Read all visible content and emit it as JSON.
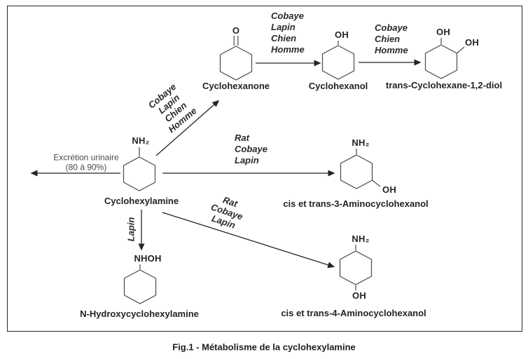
{
  "caption": "Fig.1 - Métabolisme de la cyclohexylamine",
  "excretion": {
    "line1": "Excrétion urinaire",
    "line2": "(80 à 90%)"
  },
  "molecules": {
    "cyclohexanone": {
      "label": "Cyclohexanone",
      "top_group": "O"
    },
    "cyclohexanol": {
      "label": "Cyclohexanol",
      "top_group": "OH"
    },
    "trans_diol": {
      "label": "trans-Cyclohexane-1,2-diol",
      "top_group": "OH",
      "side_group": "OH"
    },
    "cyclohexylamine": {
      "label": "Cyclohexylamine",
      "top_group": "NH₂"
    },
    "amino3": {
      "label": "cis et trans-3-Aminocyclohexanol",
      "top_group": "NH₂",
      "side_group": "OH"
    },
    "nhydroxy": {
      "label": "N-Hydroxycyclohexylamine",
      "top_group": "NHOH"
    },
    "amino4": {
      "label": "cis et trans-4-Aminocyclohexanol",
      "top_group": "NH₂",
      "bottom_group": "OH"
    }
  },
  "routes": {
    "amine_to_ketone": {
      "species": [
        "Cobaye",
        "Lapin",
        "Chien",
        "Homme"
      ]
    },
    "ketone_to_ol": {
      "species": [
        "Cobaye",
        "Lapin",
        "Chien",
        "Homme"
      ]
    },
    "ol_to_diol": {
      "species": [
        "Cobaye",
        "Chien",
        "Homme"
      ]
    },
    "amine_to_3ol": {
      "species": [
        "Rat",
        "Cobaye",
        "Lapin"
      ]
    },
    "amine_to_4ol": {
      "species": [
        "Rat",
        "Cobaye",
        "Lapin"
      ]
    },
    "amine_to_nhydroxy": {
      "species": [
        "Lapin"
      ]
    }
  },
  "colors": {
    "ink": "#262223",
    "structure_stroke": "#4f4f4f",
    "arrow_stroke": "#262424"
  }
}
